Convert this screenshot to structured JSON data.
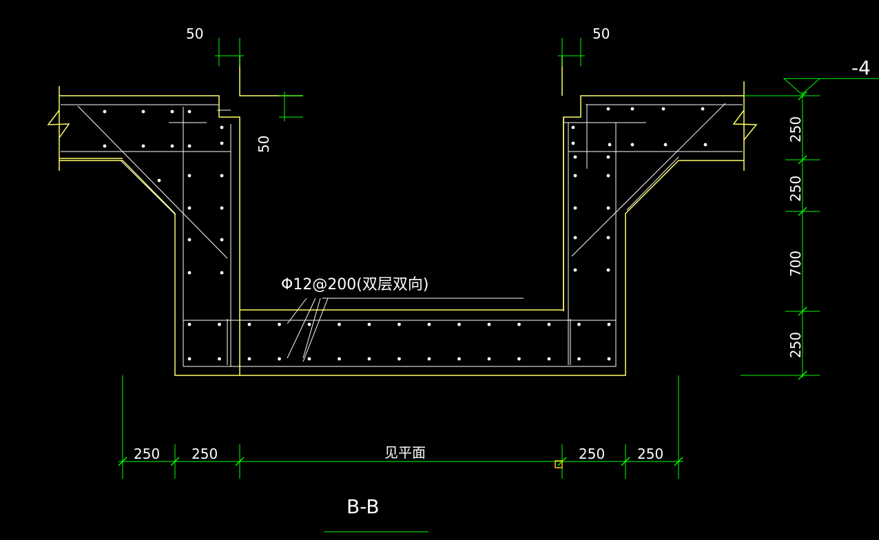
{
  "colors": {
    "background": "#000000",
    "concrete_outline": "#ffff66",
    "rebar_lines": "#ffffff",
    "dimension_lines": "#00ff00",
    "text": "#ffffff",
    "cursor_marker": "#ffcc00"
  },
  "section_title": "B-B",
  "level_mark": "-4",
  "rebar_note": "Φ12@200(双层双向)",
  "top_dimensions": {
    "left": "50",
    "right": "50",
    "step": "50"
  },
  "bottom_dimensions": [
    "250",
    "250",
    "见平面",
    "250",
    "250"
  ],
  "right_dimensions": [
    "250",
    "250",
    "700",
    "250"
  ],
  "icons": {
    "level": "level-triangle-icon",
    "break": "break-line-icon",
    "cursor": "snap-cursor-icon"
  }
}
